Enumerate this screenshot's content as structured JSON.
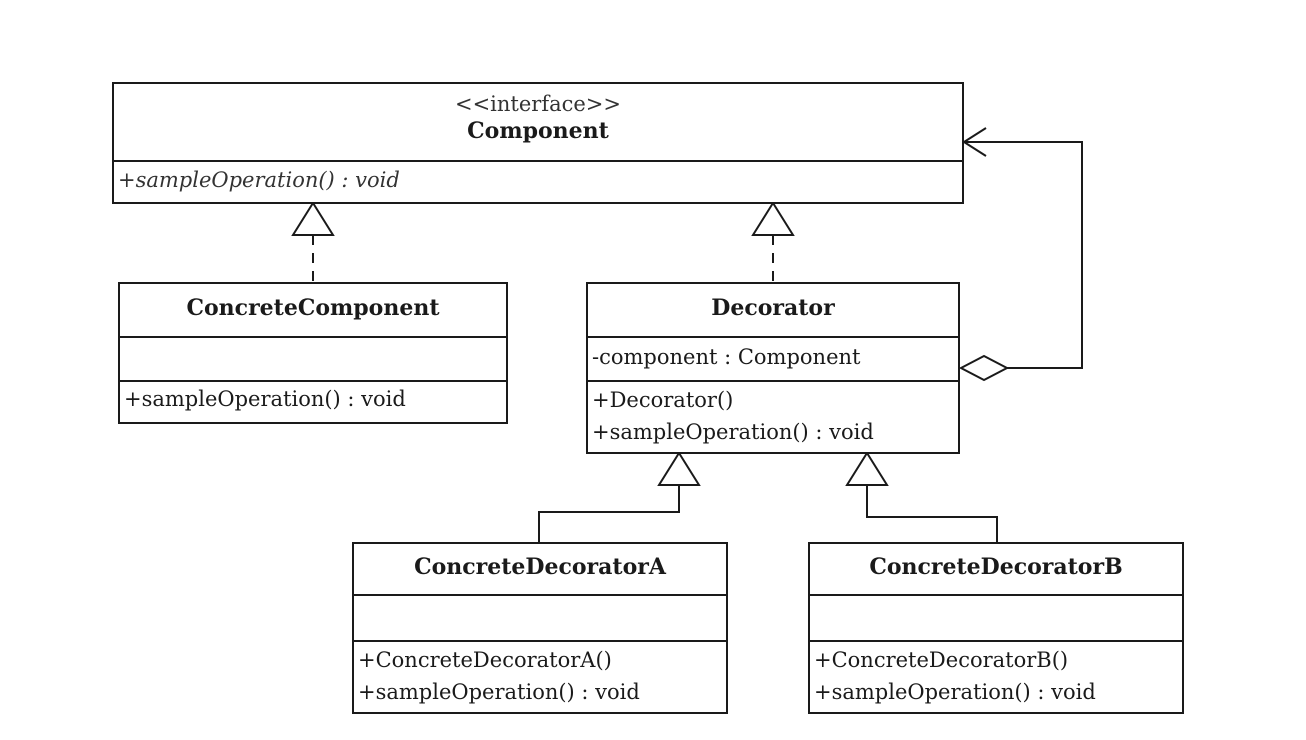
{
  "component": {
    "stereotype": "<<interface>>",
    "name": "Component",
    "operations": [
      "+sampleOperation() : void"
    ]
  },
  "concrete_component": {
    "name": "ConcreteComponent",
    "operations": [
      "+sampleOperation() : void"
    ]
  },
  "decorator": {
    "name": "Decorator",
    "attributes": [
      "-component : Component"
    ],
    "operations": [
      "+Decorator()",
      "+sampleOperation() : void"
    ]
  },
  "concrete_decorator_a": {
    "name": "ConcreteDecoratorA",
    "operations": [
      "+ConcreteDecoratorA()",
      "+sampleOperation() : void"
    ]
  },
  "concrete_decorator_b": {
    "name": "ConcreteDecoratorB",
    "operations": [
      "+ConcreteDecoratorB()",
      "+sampleOperation() : void"
    ]
  }
}
